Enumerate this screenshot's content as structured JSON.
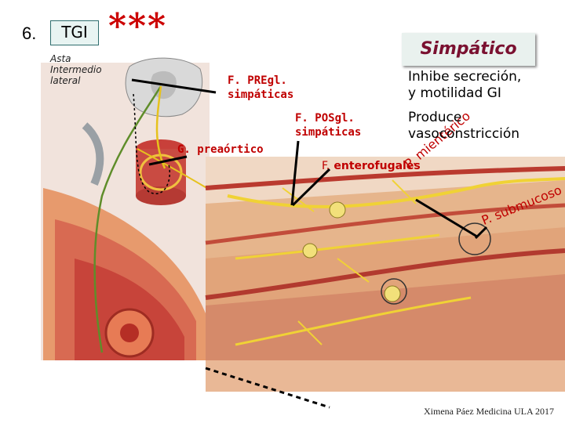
{
  "header": {
    "slide_number": "6.",
    "topic_box": "TGI",
    "stars": "***"
  },
  "labels": {
    "asta_lines": [
      "Asta",
      "Intermedio",
      "lateral"
    ],
    "fpregl_lines": [
      "F. PREgl.",
      "simpáticas"
    ],
    "fposgl_lines": [
      "F. POSgl.",
      "simpáticas"
    ],
    "g_preaortico": "G. preaórtico",
    "f_enterofugales_prefix": "F.",
    "f_enterofugales_word": "enterofugales",
    "p_mienterico": "P. mientérico",
    "p_submucoso": "P. submucoso"
  },
  "simpatico_box": {
    "title": "Simpático"
  },
  "effects": {
    "line1": [
      "Inhibe secreción,",
      "y motilidad GI"
    ],
    "line2": [
      "Produce",
      "vasoconstricción"
    ]
  },
  "credit": "Ximena Páez Medicina ULA 2017",
  "colors": {
    "label_red": "#c00000",
    "simpatico_title": "#7a1030",
    "box_bg": "#e9f1ee"
  }
}
